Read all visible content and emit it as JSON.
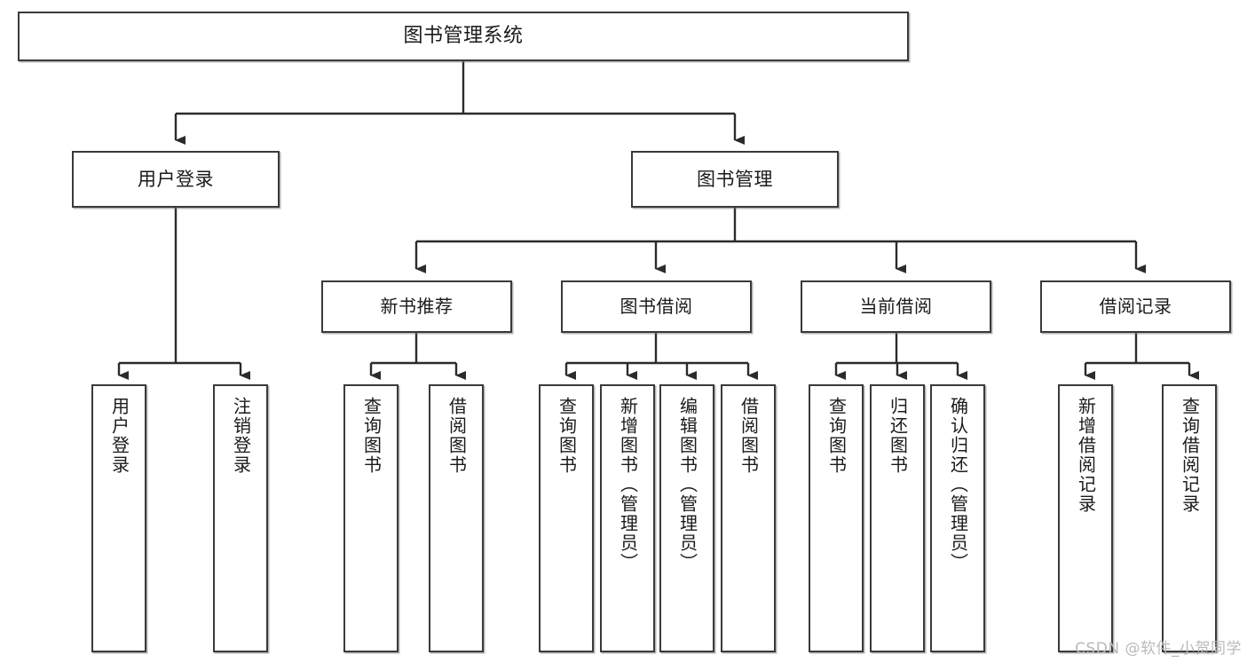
{
  "diagram": {
    "type": "tree-hierarchy-functional-decomposition",
    "title": "图书管理系统",
    "watermark": "CSDN @软件_小贺同学",
    "colors": {
      "background": "#ffffff",
      "box_border": "#3a3a3a",
      "box_fill": "#ffffff",
      "text": "#1a1a1a",
      "connector": "#2b2b2b",
      "watermark": "#b9b9b9"
    },
    "root": {
      "label": "图书管理系统"
    },
    "level1": [
      {
        "label": "用户登录"
      },
      {
        "label": "图书管理"
      }
    ],
    "level2": [
      {
        "label": "新书推荐"
      },
      {
        "label": "图书借阅"
      },
      {
        "label": "当前借阅"
      },
      {
        "label": "借阅记录"
      }
    ],
    "leaves": {
      "user_login": [
        {
          "label": "用户登录"
        },
        {
          "label": "注销登录"
        }
      ],
      "new_book_recommend": [
        {
          "label": "查询图书"
        },
        {
          "label": "借阅图书"
        }
      ],
      "book_borrow": [
        {
          "label": "查询图书"
        },
        {
          "label": "新增图书（管理员）"
        },
        {
          "label": "编辑图书（管理员）"
        },
        {
          "label": "借阅图书"
        }
      ],
      "current_borrow": [
        {
          "label": "查询图书"
        },
        {
          "label": "归还图书"
        },
        {
          "label": "确认归还（管理员）"
        }
      ],
      "borrow_record": [
        {
          "label": "新增借阅记录"
        },
        {
          "label": "查询借阅记录"
        }
      ]
    }
  }
}
